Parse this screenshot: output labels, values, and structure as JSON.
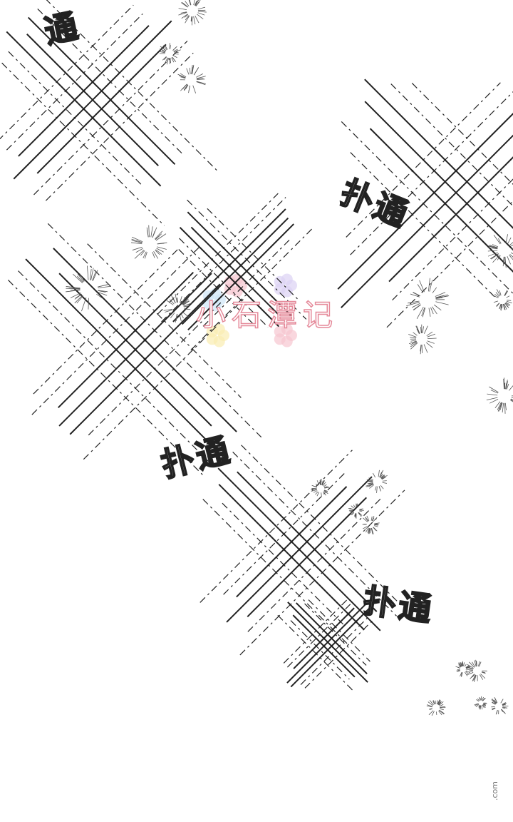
{
  "sound_effects": [
    {
      "text": "扑通"
    },
    {
      "text": "扑通"
    },
    {
      "text": "扑通"
    },
    {
      "text": "通"
    }
  ],
  "watermark": {
    "text": "小石潭记"
  },
  "site_mark": {
    "text": ".com"
  },
  "colors": {
    "ink": "#222222",
    "watermark": "#e58a9a",
    "petal_pink": "#f7c6d0",
    "petal_yellow": "#f9ecb0",
    "petal_blue": "#cfe6f7",
    "petal_purple": "#dcd2f3"
  }
}
